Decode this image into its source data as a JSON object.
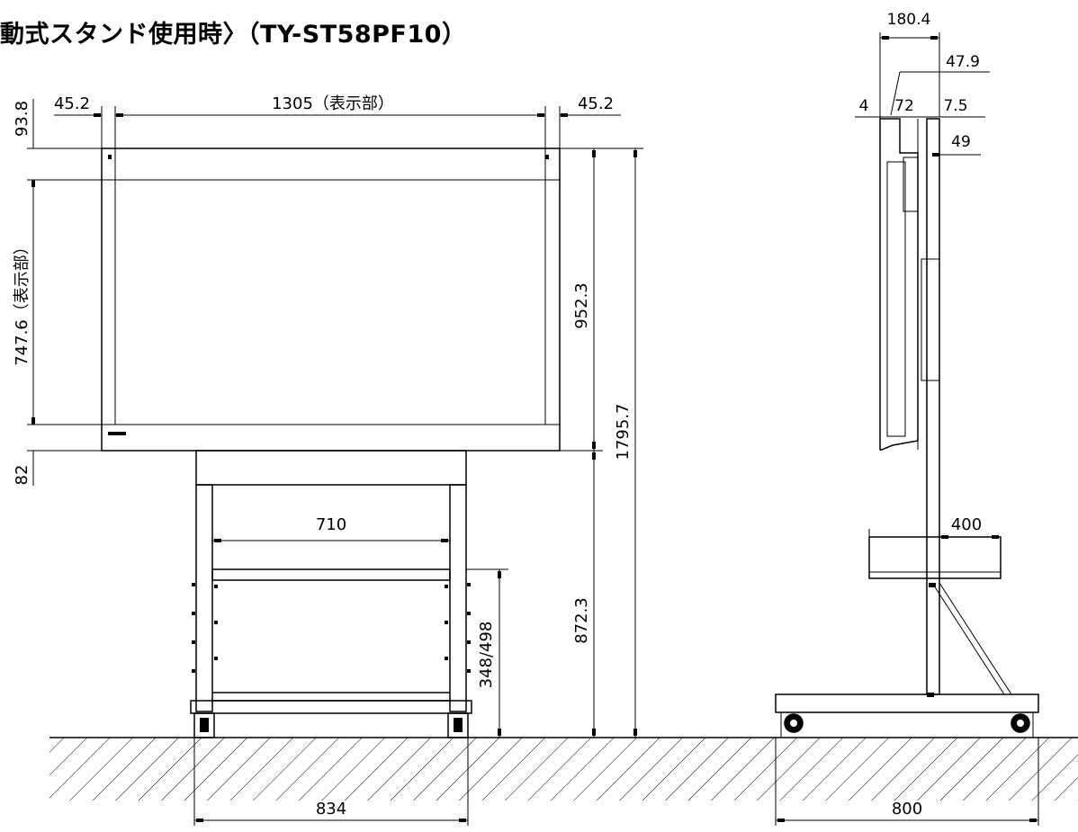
{
  "title": "動式スタンド使用時〉（TY-ST58PF10）",
  "front_view": {
    "bezel_left": "45.2",
    "display_width": "1305（表示部）",
    "bezel_right": "45.2",
    "top_margin": "93.8",
    "display_height": "747.6（表示部）",
    "bottom_margin": "82",
    "panel_height": "952.3",
    "total_height": "1795.7",
    "stand_height": "872.3",
    "column_spacing": "710",
    "shelf_height": "348/498",
    "base_width": "834"
  },
  "side_view": {
    "total_depth": "180.4",
    "depth_a": "47.9",
    "depth_b": "4",
    "depth_c": "72",
    "depth_d": "7.5",
    "depth_e": "49",
    "shelf_depth": "400",
    "base_depth": "800"
  }
}
